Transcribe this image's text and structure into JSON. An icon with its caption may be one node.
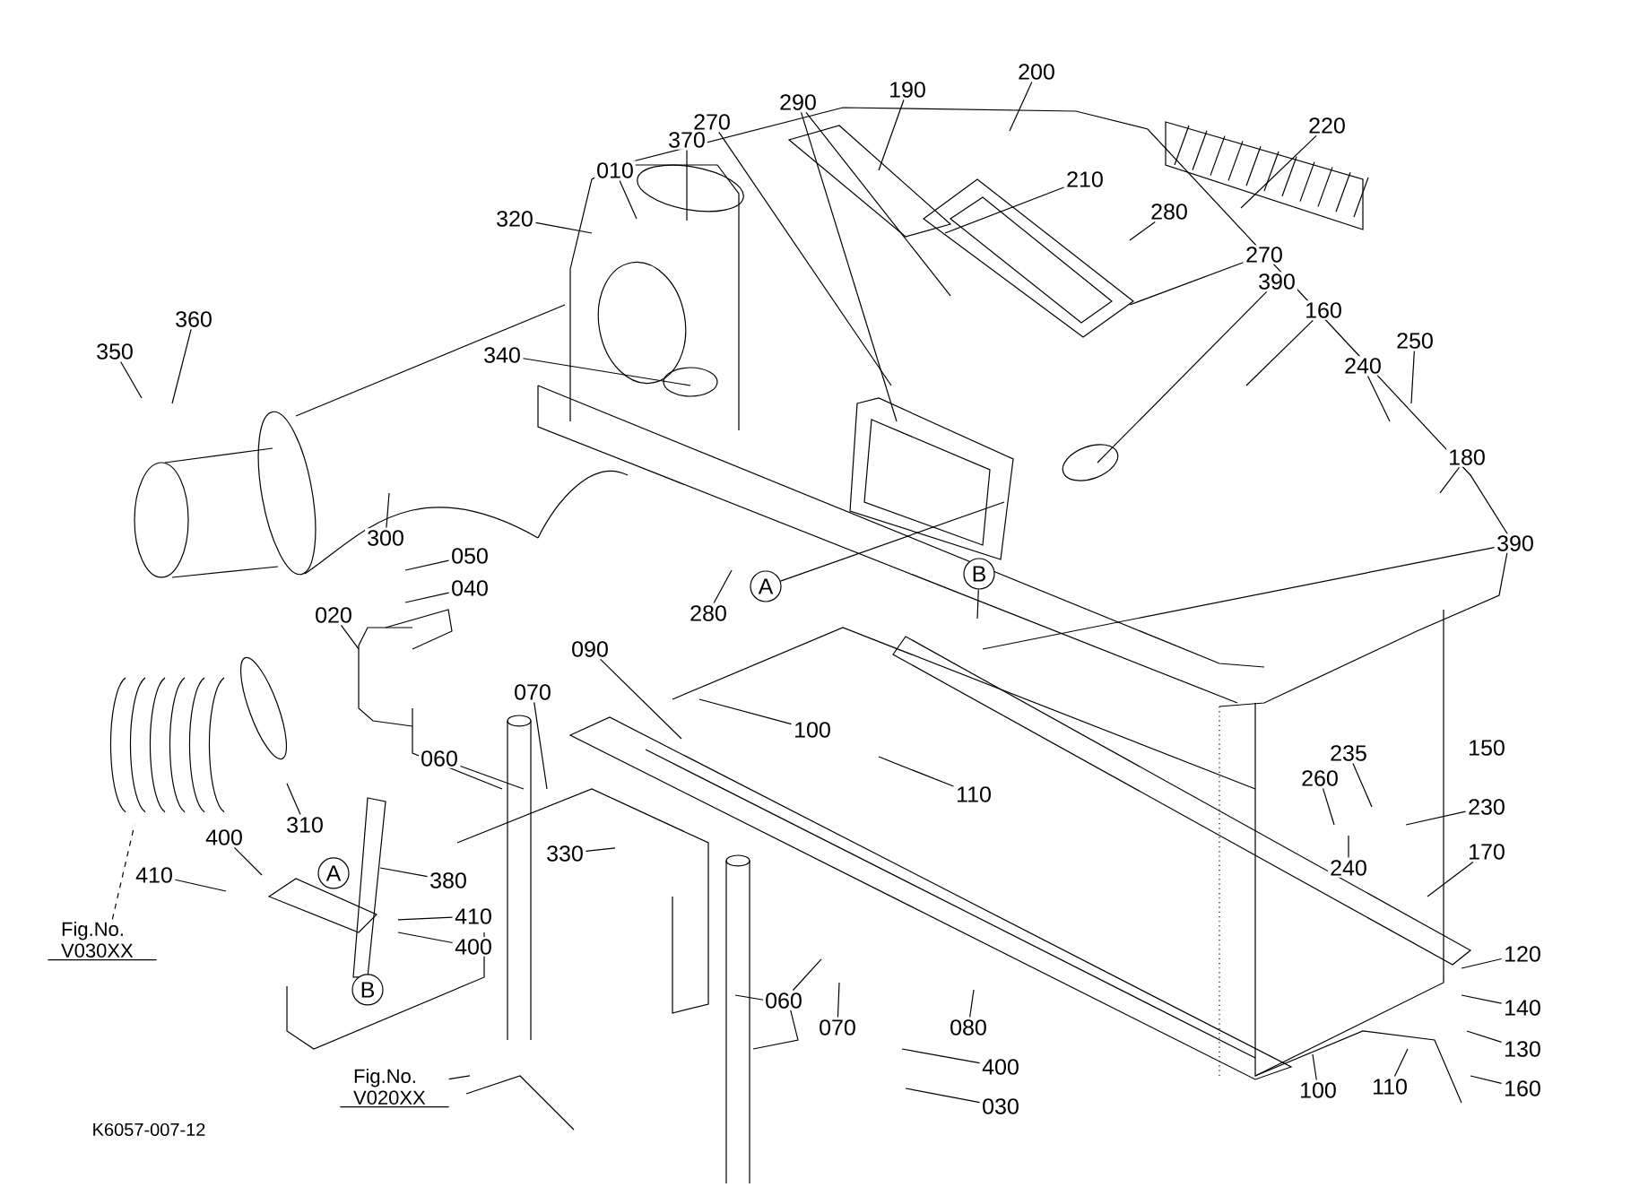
{
  "diagram": {
    "nodes": [
      {
        "text": [
          "190"
        ]
      },
      {
        "text": [
          "290"
        ]
      },
      {
        "text": [
          "200"
        ]
      },
      {
        "text": [
          "270"
        ]
      },
      {
        "text": [
          "370"
        ]
      },
      {
        "text": [
          "220"
        ]
      },
      {
        "text": [
          "010"
        ]
      },
      {
        "text": [
          "210"
        ]
      },
      {
        "text": [
          "280"
        ]
      },
      {
        "text": [
          "320"
        ]
      },
      {
        "text": [
          "270"
        ]
      },
      {
        "text": [
          "390"
        ]
      },
      {
        "text": [
          "160"
        ]
      },
      {
        "text": [
          "360"
        ]
      },
      {
        "text": [
          "350"
        ]
      },
      {
        "text": [
          "250"
        ]
      },
      {
        "text": [
          "340"
        ]
      },
      {
        "text": [
          "240"
        ]
      },
      {
        "text": [
          "180"
        ]
      },
      {
        "text": [
          "300"
        ]
      },
      {
        "text": [
          "390"
        ]
      },
      {
        "text": [
          "050"
        ]
      },
      {
        "text": [
          "A"
        ]
      },
      {
        "text": [
          "B"
        ]
      },
      {
        "text": [
          "040"
        ]
      },
      {
        "text": [
          "280"
        ]
      },
      {
        "text": [
          "020"
        ]
      },
      {
        "text": [
          "090"
        ]
      },
      {
        "text": [
          "070"
        ]
      },
      {
        "text": [
          "100"
        ]
      },
      {
        "text": [
          "060"
        ]
      },
      {
        "text": [
          "110"
        ]
      },
      {
        "text": [
          "310"
        ]
      },
      {
        "text": [
          "400"
        ]
      },
      {
        "text": [
          "330"
        ]
      },
      {
        "text": [
          "410"
        ]
      },
      {
        "text": [
          "A"
        ]
      },
      {
        "text": [
          "380"
        ]
      },
      {
        "text": [
          "410"
        ]
      },
      {
        "text": [
          "Fig.No. V030XX"
        ]
      },
      {
        "text": [
          "400"
        ]
      },
      {
        "text": [
          "B"
        ]
      },
      {
        "text": [
          "060"
        ]
      },
      {
        "text": [
          "070"
        ]
      },
      {
        "text": [
          "080"
        ]
      },
      {
        "text": [
          "400"
        ]
      },
      {
        "text": [
          "030"
        ]
      },
      {
        "text": [
          "Fig.No. V020XX"
        ]
      },
      {
        "text": [
          "235"
        ]
      },
      {
        "text": [
          "260"
        ]
      },
      {
        "text": [
          "230"
        ]
      },
      {
        "text": [
          "240"
        ]
      },
      {
        "text": [
          "170"
        ]
      },
      {
        "text": [
          "120"
        ]
      },
      {
        "text": [
          "140"
        ]
      },
      {
        "text": [
          "130"
        ]
      },
      {
        "text": [
          "160"
        ]
      },
      {
        "text": [
          "100"
        ]
      },
      {
        "text": [
          "110"
        ]
      }
    ],
    "edges": [
      {
        "from": 0,
        "to": null,
        "arrow": "none"
      },
      {
        "from": 1,
        "to": null,
        "arrow": "none"
      },
      {
        "from": 1,
        "to": null,
        "arrow": "none"
      },
      {
        "from": 2,
        "to": null,
        "arrow": "none"
      },
      {
        "from": 3,
        "to": null,
        "arrow": "none"
      },
      {
        "from": 4,
        "to": null,
        "arrow": "none"
      },
      {
        "from": 5,
        "to": null,
        "arrow": "none"
      },
      {
        "from": 6,
        "to": null,
        "arrow": "none"
      },
      {
        "from": 7,
        "to": null,
        "arrow": "none"
      },
      {
        "from": 8,
        "to": null,
        "arrow": "none"
      },
      {
        "from": 9,
        "to": null,
        "arrow": "none"
      },
      {
        "from": 10,
        "to": null,
        "arrow": "none"
      },
      {
        "from": 11,
        "to": null,
        "arrow": "none"
      },
      {
        "from": 12,
        "to": null,
        "arrow": "none"
      },
      {
        "from": 13,
        "to": null,
        "arrow": "none"
      },
      {
        "from": 14,
        "to": null,
        "arrow": "none"
      },
      {
        "from": 15,
        "to": null,
        "arrow": "none"
      },
      {
        "from": 16,
        "to": null,
        "arrow": "none"
      },
      {
        "from": 17,
        "to": null,
        "arrow": "none"
      },
      {
        "from": 18,
        "to": null,
        "arrow": "none"
      },
      {
        "from": 19,
        "to": null,
        "arrow": "none"
      },
      {
        "from": 20,
        "to": null,
        "arrow": "none"
      },
      {
        "from": 21,
        "to": null,
        "arrow": "none"
      },
      {
        "from": 22,
        "to": null,
        "arrow": "none"
      },
      {
        "from": 23,
        "to": null,
        "arrow": "none"
      },
      {
        "from": 24,
        "to": null,
        "arrow": "none"
      },
      {
        "from": 25,
        "to": null,
        "arrow": "none"
      },
      {
        "from": 26,
        "to": null,
        "arrow": "none"
      },
      {
        "from": 27,
        "to": null,
        "arrow": "none"
      },
      {
        "from": 28,
        "to": null,
        "arrow": "none"
      },
      {
        "from": 29,
        "to": null,
        "arrow": "none"
      },
      {
        "from": 30,
        "to": null,
        "arrow": "none"
      },
      {
        "from": 31,
        "to": null,
        "arrow": "none"
      },
      {
        "from": 32,
        "to": null,
        "arrow": "none"
      },
      {
        "from": 33,
        "to": null,
        "arrow": "none"
      },
      {
        "from": 34,
        "to": null,
        "arrow": "none"
      },
      {
        "from": 35,
        "to": null,
        "arrow": "none"
      },
      {
        "from": 37,
        "to": null,
        "arrow": "none"
      },
      {
        "from": 38,
        "to": null,
        "arrow": "none"
      },
      {
        "from": 39,
        "to": null,
        "arrow": "none",
        "style": "dashed"
      },
      {
        "from": 40,
        "to": null,
        "arrow": "none"
      },
      {
        "from": 42,
        "to": null,
        "arrow": "none"
      },
      {
        "from": 43,
        "to": null,
        "arrow": "none"
      },
      {
        "from": 44,
        "to": null,
        "arrow": "none"
      },
      {
        "from": 45,
        "to": null,
        "arrow": "none"
      },
      {
        "from": 46,
        "to": null,
        "arrow": "none"
      },
      {
        "from": 47,
        "to": null,
        "arrow": "none"
      },
      {
        "from": 48,
        "to": null,
        "arrow": "none"
      },
      {
        "from": 49,
        "to": null,
        "arrow": "none"
      },
      {
        "from": 50,
        "to": null,
        "arrow": "none"
      },
      {
        "from": 51,
        "to": null,
        "arrow": "none"
      },
      {
        "from": 52,
        "to": null,
        "arrow": "none"
      },
      {
        "from": 53,
        "to": null,
        "arrow": "none"
      },
      {
        "from": 54,
        "to": null,
        "arrow": "none"
      },
      {
        "from": 55,
        "to": null,
        "arrow": "none"
      },
      {
        "from": 56,
        "to": null,
        "arrow": "none"
      },
      {
        "from": 57,
        "to": null,
        "arrow": "none"
      },
      {
        "from": 58,
        "to": null,
        "arrow": "none"
      }
    ],
    "labels": [
      "150",
      "K6057-007-12"
    ]
  }
}
